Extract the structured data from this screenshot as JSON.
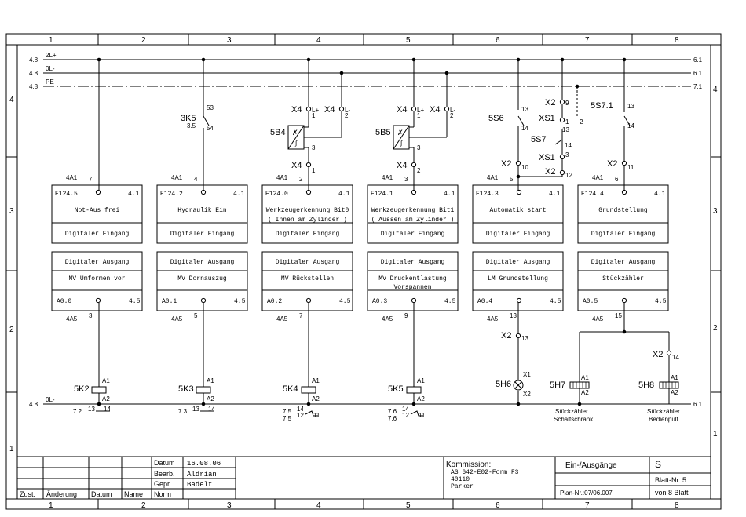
{
  "columns": [
    "1",
    "2",
    "3",
    "4",
    "5",
    "6",
    "7",
    "8"
  ],
  "rows_left": [
    "4",
    "3",
    "2",
    "1"
  ],
  "rows_right": [
    "4",
    "3",
    "2",
    "1"
  ],
  "rails": {
    "l1": {
      "left_ref": "4.8",
      "name": "2L+",
      "right_ref": "6.1"
    },
    "l2": {
      "left_ref": "4.8",
      "name": "0L-",
      "right_ref": "6.1"
    },
    "pe": {
      "left_ref": "4.8",
      "name": "PE",
      "right_ref": "7.1"
    },
    "bottom": {
      "left_ref": "4.8",
      "name": "0L-",
      "right_ref": "6.1"
    }
  },
  "inputs": [
    {
      "addr": "E124.5",
      "ref": "4.1",
      "desc1": "Not-Aus frei",
      "desc2": "",
      "kind": "Digitaler Eingang",
      "module": "4A1",
      "pin": "7"
    },
    {
      "addr": "E124.2",
      "ref": "4.1",
      "desc1": "Hydraulik Ein",
      "desc2": "",
      "kind": "Digitaler Eingang",
      "module": "4A1",
      "pin": "4"
    },
    {
      "addr": "E124.0",
      "ref": "4.1",
      "desc1": "Werkzeugerkennung Bit0",
      "desc2": "( Innen am Zylinder )",
      "kind": "Digitaler Eingang",
      "module": "4A1",
      "pin": "2"
    },
    {
      "addr": "E124.1",
      "ref": "4.1",
      "desc1": "Werkzeugerkennung Bit1",
      "desc2": "( Aussen am Zylinder )",
      "kind": "Digitaler Eingang",
      "module": "4A1",
      "pin": "3"
    },
    {
      "addr": "E124.3",
      "ref": "4.1",
      "desc1": "Automatik start",
      "desc2": "",
      "kind": "Digitaler Eingang",
      "module": "4A1",
      "pin": "5"
    },
    {
      "addr": "E124.4",
      "ref": "4.1",
      "desc1": "Grundstellung",
      "desc2": "",
      "kind": "Digitaler Eingang",
      "module": "4A1",
      "pin": "6"
    }
  ],
  "outputs": [
    {
      "kind": "Digitaler Ausgang",
      "desc1": "MV Umformen vor",
      "desc2": "",
      "addr": "A0.0",
      "ref": "4.5",
      "module": "4A5",
      "pin": "3"
    },
    {
      "kind": "Digitaler Ausgang",
      "desc1": "MV Dornauszug",
      "desc2": "",
      "addr": "A0.1",
      "ref": "4.5",
      "module": "4A5",
      "pin": "5"
    },
    {
      "kind": "Digitaler Ausgang",
      "desc1": "MV Rückstellen",
      "desc2": "",
      "addr": "A0.2",
      "ref": "4.5",
      "module": "4A5",
      "pin": "7"
    },
    {
      "kind": "Digitaler Ausgang",
      "desc1": "MV Druckentlastung",
      "desc2": "Vorspannen",
      "addr": "A0.3",
      "ref": "4.5",
      "module": "4A5",
      "pin": "9"
    },
    {
      "kind": "Digitaler Ausgang",
      "desc1": "LM Grundstellung",
      "desc2": "",
      "addr": "A0.4",
      "ref": "4.5",
      "module": "4A5",
      "pin": "13"
    },
    {
      "kind": "Digitaler Ausgang",
      "desc1": "Stückzähler",
      "desc2": "",
      "addr": "A0.5",
      "ref": "4.5",
      "module": "4A5",
      "pin": "15"
    }
  ],
  "devices": {
    "k3k5": {
      "name": "3K5",
      "ref": "3.5",
      "t1": "53",
      "t2": "54"
    },
    "b4": {
      "name": "5B4",
      "conn": "X4",
      "p1": "1",
      "p2": "2",
      "p3": "3",
      "pp": "L+",
      "pn": "L-",
      "out_conn": "X4",
      "out_pin": "1"
    },
    "b5": {
      "name": "5B5",
      "conn": "X4",
      "p1": "1",
      "p2": "2",
      "p3": "3",
      "pp": "L+",
      "pn": "L-",
      "out_conn": "X4",
      "out_pin": "2"
    },
    "s6": {
      "name": "5S6",
      "t1": "13",
      "t2": "14",
      "conn": "X2",
      "pin": "10"
    },
    "s7": {
      "name": "5S7",
      "t1": "14",
      "xs1": "XS1",
      "xs1_p1": "1",
      "xs1_p2": "3",
      "x2a": "X2",
      "x2a_pin": "9",
      "x2b": "X2",
      "x2b_pin": "12",
      "xs1_13": "13",
      "xs1_2": "2"
    },
    "s71": {
      "name": "5S7.1",
      "t1": "13",
      "t2": "14",
      "conn": "X2",
      "pin": "11"
    },
    "x2_13": {
      "conn": "X2",
      "pin": "13"
    },
    "x2_14": {
      "conn": "X2",
      "pin": "14"
    },
    "relays": [
      {
        "name": "5K2",
        "a1": "A1",
        "a2": "A2",
        "c_ref": "7.2",
        "c13": "13",
        "c14": "14"
      },
      {
        "name": "5K3",
        "a1": "A1",
        "a2": "A2",
        "c_ref": "7.3",
        "c13": "13",
        "c14": "14"
      },
      {
        "name": "5K4",
        "a1": "A1",
        "a2": "A2",
        "c_ref1": "7.5",
        "c_ref2": "7.5",
        "c14": "14",
        "c12": "12",
        "c11": "11"
      },
      {
        "name": "5K5",
        "a1": "A1",
        "a2": "A2",
        "c_ref1": "7.6",
        "c_ref2": "7.6",
        "c14": "14",
        "c12": "12",
        "c11": "11"
      }
    ],
    "h6": {
      "name": "5H6",
      "x1": "X1",
      "x2": "X2"
    },
    "h7": {
      "name": "5H7",
      "a1": "A1",
      "a2": "A2",
      "cap1": "Stückzähler",
      "cap2": "Schaltschrank"
    },
    "h8": {
      "name": "5H8",
      "a1": "A1",
      "a2": "A2",
      "cap1": "Stückzähler",
      "cap2": "Bedienpult"
    }
  },
  "title_block": {
    "datum_label": "Datum",
    "datum_value": "16.08.06",
    "bearb_label": "Bearb.",
    "bearb_value": "Aldrian",
    "gepr_label": "Gepr.",
    "gepr_value": "Badelt",
    "norm_label": "Norm",
    "zust": "Zust.",
    "aenderung": "Änderung",
    "datum2": "Datum",
    "name": "Name",
    "kommission_label": "Kommission:",
    "kommission_lines": [
      "AS 642-E02-Form F3",
      "40110",
      "Parker"
    ],
    "title": "Ein-/Ausgänge",
    "s_code": "S",
    "blatt": "Blatt-Nr. 5",
    "plan": "Plan-Nr.:07/06.007",
    "von": "von 8  Blatt"
  }
}
